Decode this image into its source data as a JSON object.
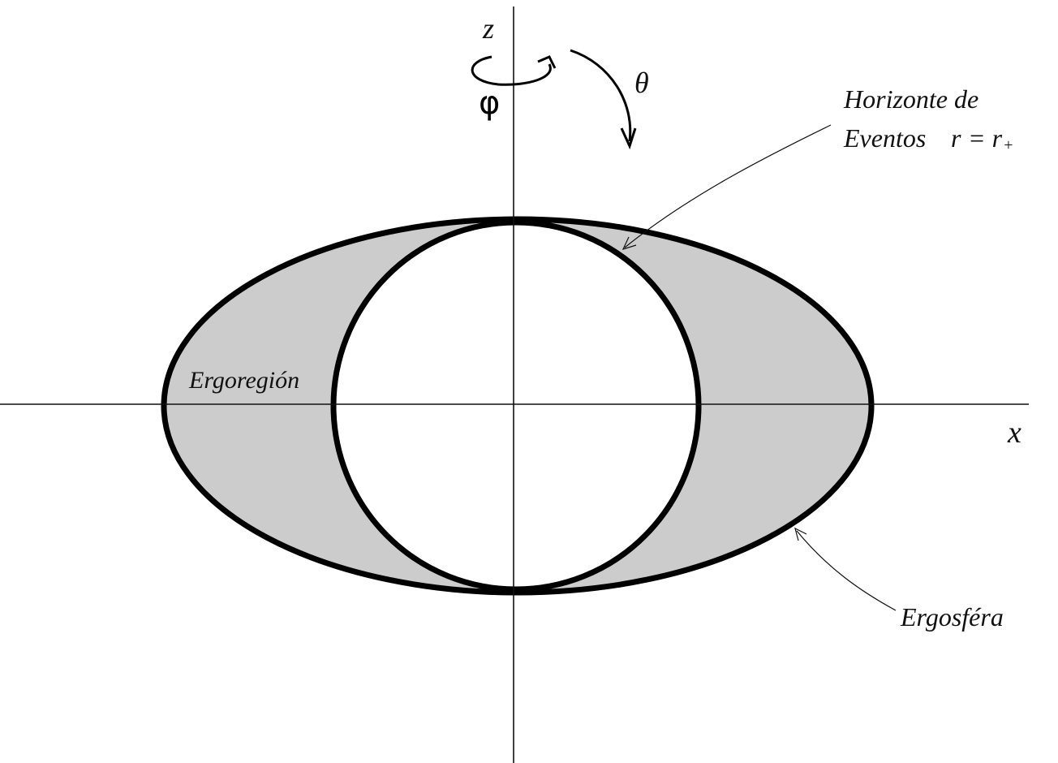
{
  "labels": {
    "z_axis": "z",
    "x_axis": "x",
    "theta": "θ",
    "phi": "φ",
    "horizon_line1": "Horizonte de",
    "horizon_line2": "Eventos",
    "horizon_eq_r": "r",
    "horizon_eq_rplus": "= r",
    "horizon_eq_sub": "+",
    "ergoregion": "Ergoregión",
    "ergosphere": "Ergosféra"
  },
  "colors": {
    "ergoregion_fill": "#cccccc",
    "horizon_fill": "#ffffff",
    "stroke": "#000000",
    "background": "#ffffff"
  },
  "icons": {
    "phi_rotation": "rotation-arrow-icon",
    "theta_direction": "curved-arrow-icon"
  }
}
